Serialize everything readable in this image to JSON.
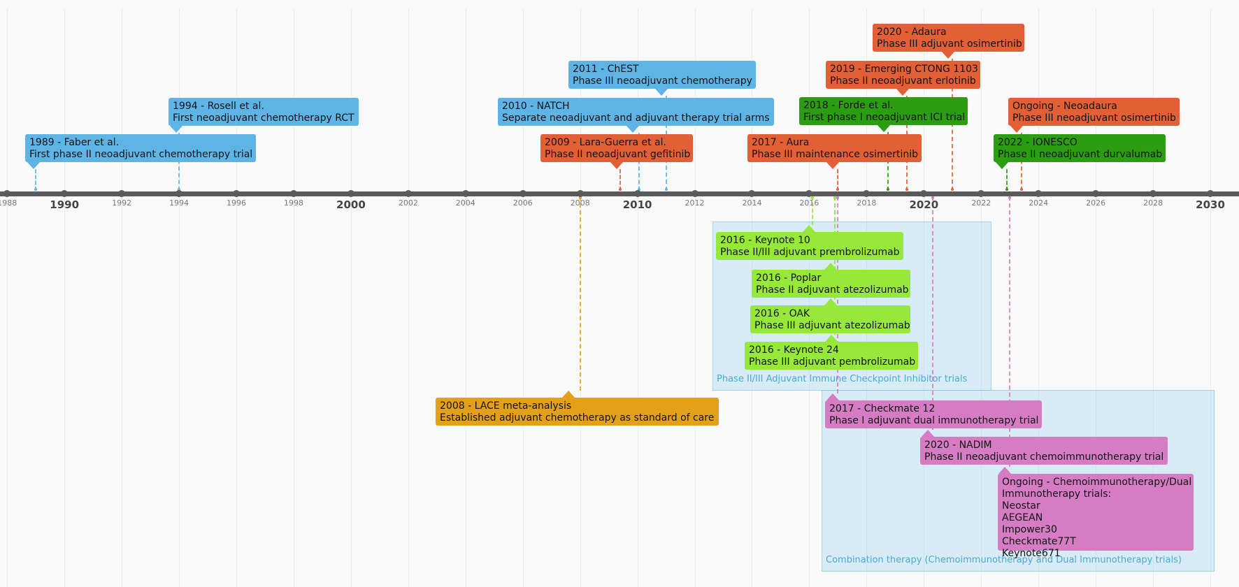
{
  "colors": {
    "blue": "#5fb4e6",
    "orange": "#e35f35",
    "green": "#2a9d10",
    "lime": "#96e83a",
    "amber": "#e3a019",
    "pink": "#d57cc4"
  },
  "axis": {
    "year_min": 1987.75,
    "year_max": 2031.0,
    "ticks": [
      1988,
      1990,
      1992,
      1994,
      1996,
      1998,
      2000,
      2002,
      2004,
      2006,
      2008,
      2010,
      2012,
      2014,
      2016,
      2018,
      2020,
      2022,
      2024,
      2026,
      2028,
      2030
    ],
    "major_ticks": [
      1990,
      2000,
      2010,
      2020,
      2030
    ]
  },
  "groups": [
    {
      "id": "ici",
      "label": "Phase II/III Adjuvant Immune Checkpoint Inhibitor trials"
    },
    {
      "id": "combo",
      "label": "Combination therapy (Chemoimmunotherapy and Dual Immunotherapy trials)"
    }
  ],
  "events": [
    {
      "id": "faber",
      "year": 1989,
      "color": "blue",
      "title": "1989 - Faber et al.",
      "detail": [
        "First phase II neoadjuvant chemotherapy trial"
      ]
    },
    {
      "id": "rosell",
      "year": 1994,
      "color": "blue",
      "title": "1994 - Rosell et al.",
      "detail": [
        "First neoadjuvant chemotherapy RCT"
      ]
    },
    {
      "id": "lace",
      "year": 2008,
      "color": "amber",
      "title": "2008 - LACE meta-analysis",
      "detail": [
        "Established adjuvant chemotherapy as standard of care"
      ]
    },
    {
      "id": "lara",
      "year": 2009.4,
      "color": "orange",
      "title": "2009 - Lara-Guerra et al.",
      "detail": [
        "Phase II neoadjuvant gefitinib"
      ]
    },
    {
      "id": "natch",
      "year": 2010.05,
      "color": "blue",
      "title": "2010 - NATCH",
      "detail": [
        "Separate neoadjuvant and adjuvant therapy trial arms"
      ]
    },
    {
      "id": "chest",
      "year": 2011,
      "color": "blue",
      "title": "2011 - ChEST",
      "detail": [
        "Phase III neoadjuvant chemotherapy"
      ]
    },
    {
      "id": "keynote10",
      "year": 2016.1,
      "color": "lime",
      "title": "2016 - Keynote 10",
      "detail": [
        "Phase II/III adjuvant prembrolizumab"
      ]
    },
    {
      "id": "poplar",
      "year": 2016.9,
      "color": "lime",
      "title": "2016 - Poplar",
      "detail": [
        "Phase II adjuvant atezolizumab"
      ]
    },
    {
      "id": "oak",
      "year": 2016.9,
      "color": "lime",
      "title": "2016 - OAK",
      "detail": [
        "Phase III adjuvant atezolizumab"
      ]
    },
    {
      "id": "keynote24",
      "year": 2016.9,
      "color": "lime",
      "title": "2016 - Keynote 24",
      "detail": [
        "Phase III adjuvant pembrolizumab"
      ]
    },
    {
      "id": "aura",
      "year": 2017,
      "color": "orange",
      "title": "2017 - Aura",
      "detail": [
        "Phase III maintenance osimertinib"
      ]
    },
    {
      "id": "checkmate12",
      "year": 2017,
      "color": "pink",
      "title": "2017 - Checkmate 12",
      "detail": [
        "Phase I adjuvant dual immunotherapy trial"
      ]
    },
    {
      "id": "forde",
      "year": 2018.75,
      "color": "green",
      "title": "2018 - Forde et al.",
      "detail": [
        "First phase I neoadjuvant ICI trial"
      ]
    },
    {
      "id": "ctong",
      "year": 2019.4,
      "color": "orange",
      "title": "2019 - Emerging CTONG 1103",
      "detail": [
        "Phase II neoadjuvant erlotinib"
      ]
    },
    {
      "id": "adaura",
      "year": 2021,
      "color": "orange",
      "title": "2020 - Adaura",
      "detail": [
        "Phase III adjuvant osimertinib"
      ]
    },
    {
      "id": "nadim",
      "year": 2020.3,
      "color": "pink",
      "title": "2020 - NADIM",
      "detail": [
        "Phase II neoadjuvant chemoimmunotherapy trial"
      ]
    },
    {
      "id": "ionesco",
      "year": 2022.9,
      "color": "green",
      "title": "2022 - IONESCO",
      "detail": [
        "Phase II neoadjuvant durvalumab"
      ]
    },
    {
      "id": "neoadaura",
      "year": 2023.4,
      "color": "orange",
      "title": "Ongoing - Neoadaura",
      "detail": [
        "Phase III neoadjuvant osimertinib"
      ]
    },
    {
      "id": "ongoing_combo",
      "year": 2023.0,
      "color": "pink",
      "title": "Ongoing - Chemoimmunotherapy/Dual",
      "detail": [
        "Immunotherapy trials:",
        "Neostar",
        "AEGEAN",
        "Impower30",
        "Checkmate77T",
        "Keynote671"
      ]
    }
  ]
}
